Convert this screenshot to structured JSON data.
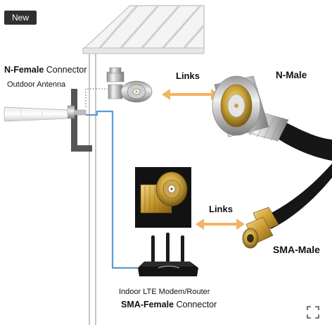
{
  "badge": {
    "label": "New"
  },
  "labels": {
    "n_female_strong": "N-Female",
    "n_female_rest": " Connector",
    "outdoor_antenna": "Outdoor Antenna",
    "links_top": "Links",
    "n_male": "N-Male",
    "links_bottom": "Links",
    "sma_male": "SMA-Male",
    "indoor_modem": "Indoor LTE Modem/Router",
    "sma_female_strong": "SMA-Female",
    "sma_female_rest": " Connector"
  },
  "icons": {
    "expand": "expand-icon",
    "arrow": "double-arrow-icon"
  },
  "colors": {
    "arrow": "#f2b462",
    "cable": "#5b9bd5",
    "brass": "#c9a23a",
    "steel": "#c8c8c8"
  }
}
